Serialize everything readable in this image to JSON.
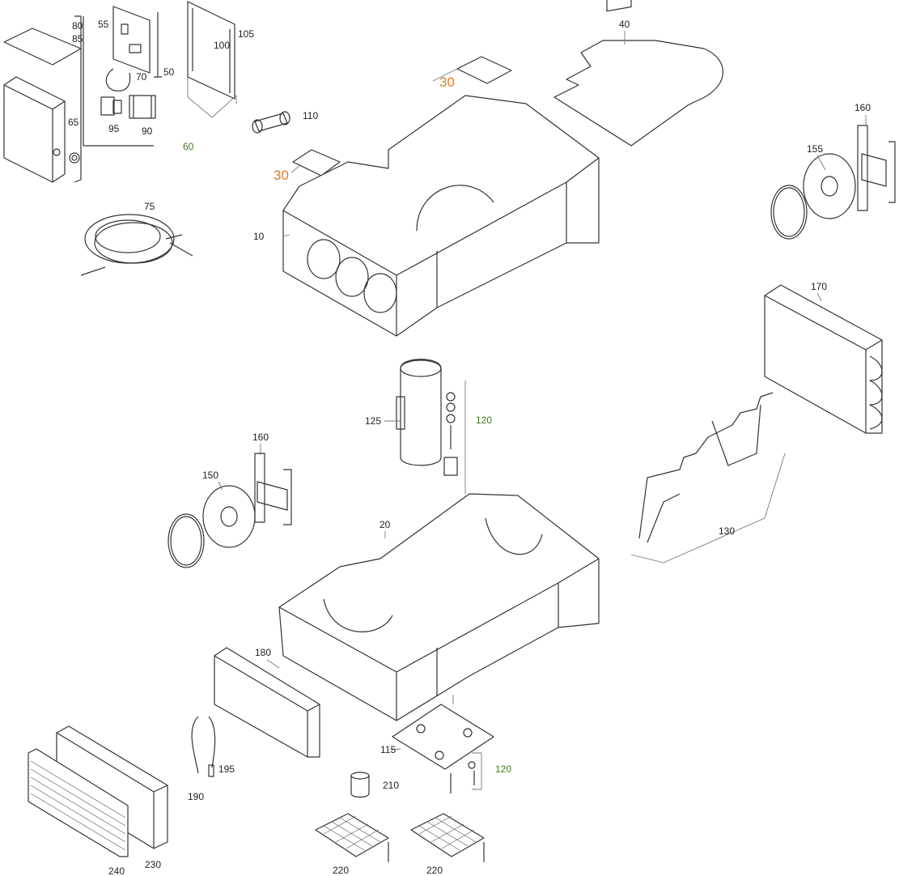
{
  "colors": {
    "label": "#222222",
    "highlight_orange": "#e07b2a",
    "highlight_green": "#3d7a1e",
    "line": "#333333"
  },
  "labels": [
    {
      "id": "80",
      "text": "80",
      "style": "normal"
    },
    {
      "id": "85",
      "text": "85",
      "style": "normal"
    },
    {
      "id": "55",
      "text": "55",
      "style": "normal"
    },
    {
      "id": "50",
      "text": "50",
      "style": "normal"
    },
    {
      "id": "70",
      "text": "70",
      "style": "normal"
    },
    {
      "id": "95",
      "text": "95",
      "style": "normal"
    },
    {
      "id": "90",
      "text": "90",
      "style": "normal"
    },
    {
      "id": "65",
      "text": "65",
      "style": "normal"
    },
    {
      "id": "60",
      "text": "60",
      "style": "green"
    },
    {
      "id": "100",
      "text": "100",
      "style": "normal"
    },
    {
      "id": "105",
      "text": "105",
      "style": "normal"
    },
    {
      "id": "110",
      "text": "110",
      "style": "normal"
    },
    {
      "id": "40",
      "text": "40",
      "style": "normal"
    },
    {
      "id": "30a",
      "text": "30",
      "style": "orange"
    },
    {
      "id": "30b",
      "text": "30",
      "style": "orange"
    },
    {
      "id": "160a",
      "text": "160",
      "style": "normal"
    },
    {
      "id": "155",
      "text": "155",
      "style": "normal"
    },
    {
      "id": "75",
      "text": "75",
      "style": "normal"
    },
    {
      "id": "10",
      "text": "10",
      "style": "normal"
    },
    {
      "id": "170",
      "text": "170",
      "style": "normal"
    },
    {
      "id": "125",
      "text": "125",
      "style": "normal"
    },
    {
      "id": "120a",
      "text": "120",
      "style": "green"
    },
    {
      "id": "130",
      "text": "130",
      "style": "normal"
    },
    {
      "id": "160b",
      "text": "160",
      "style": "normal"
    },
    {
      "id": "150",
      "text": "150",
      "style": "normal"
    },
    {
      "id": "20",
      "text": "20",
      "style": "normal"
    },
    {
      "id": "180",
      "text": "180",
      "style": "normal"
    },
    {
      "id": "195",
      "text": "195",
      "style": "normal"
    },
    {
      "id": "190",
      "text": "190",
      "style": "normal"
    },
    {
      "id": "115",
      "text": "115",
      "style": "normal"
    },
    {
      "id": "120b",
      "text": "120",
      "style": "green"
    },
    {
      "id": "210",
      "text": "210",
      "style": "normal"
    },
    {
      "id": "230",
      "text": "230",
      "style": "normal"
    },
    {
      "id": "240",
      "text": "240",
      "style": "normal"
    },
    {
      "id": "220a",
      "text": "220",
      "style": "normal"
    },
    {
      "id": "220b",
      "text": "220",
      "style": "normal"
    }
  ]
}
